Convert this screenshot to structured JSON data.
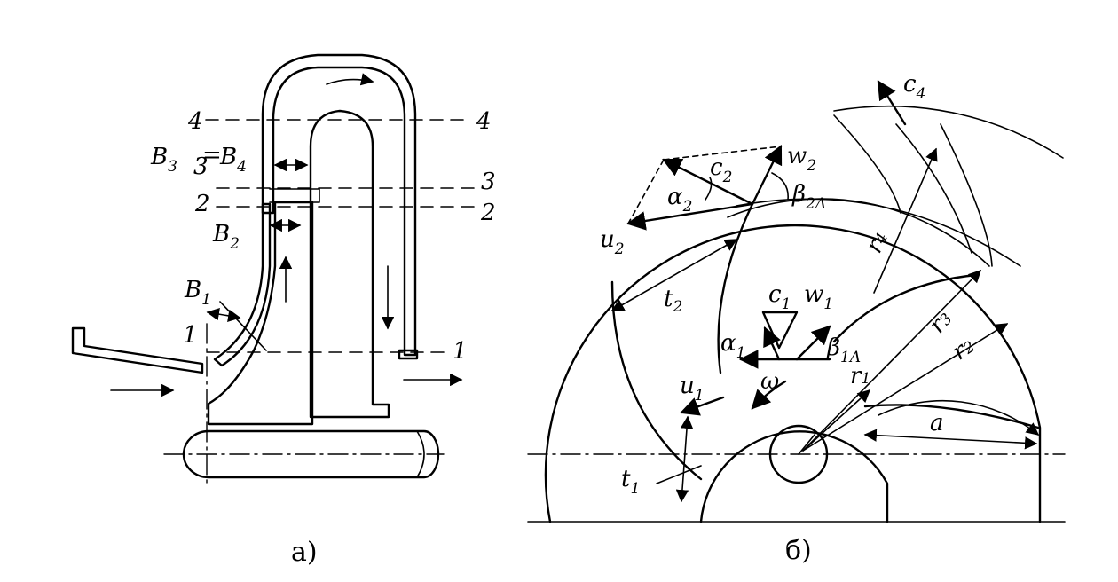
{
  "diagram": {
    "part_a": {
      "caption": "а)",
      "sections": [
        {
          "id": "4",
          "left": "4",
          "right": "4"
        },
        {
          "id": "3",
          "left": "3",
          "right": "3"
        },
        {
          "id": "2",
          "left": "2",
          "right": "2"
        },
        {
          "id": "1",
          "left": "1",
          "right": "1"
        }
      ],
      "labels": {
        "b3": "B",
        "b3_sub": "3",
        "eq": "=",
        "b4": "B",
        "b4_sub": "4",
        "b2": "B",
        "b2_sub": "2",
        "b1": "B",
        "b1_sub": "1"
      }
    },
    "part_b": {
      "caption": "б)",
      "labels": {
        "c4": "c",
        "c4_sub": "4",
        "c2": "c",
        "c2_sub": "2",
        "w2": "w",
        "w2_sub": "2",
        "alpha2": "α",
        "alpha2_sub": "2",
        "beta2": "β",
        "beta2_sub": "2Λ",
        "u2": "u",
        "u2_sub": "2",
        "t2": "t",
        "t2_sub": "2",
        "r4": "r",
        "r4_sub": "4",
        "r3": "r",
        "r3_sub": "3",
        "r2": "r",
        "r2_sub": "2",
        "r1": "r",
        "r1_sub": "1",
        "c1": "c",
        "c1_sub": "1",
        "w1": "w",
        "w1_sub": "1",
        "alpha1": "α",
        "alpha1_sub": "1",
        "beta1": "β",
        "beta1_sub": "1Λ",
        "omega": "ω",
        "u1": "u",
        "u1_sub": "1",
        "t1": "t",
        "t1_sub": "1",
        "a": "a"
      }
    }
  }
}
